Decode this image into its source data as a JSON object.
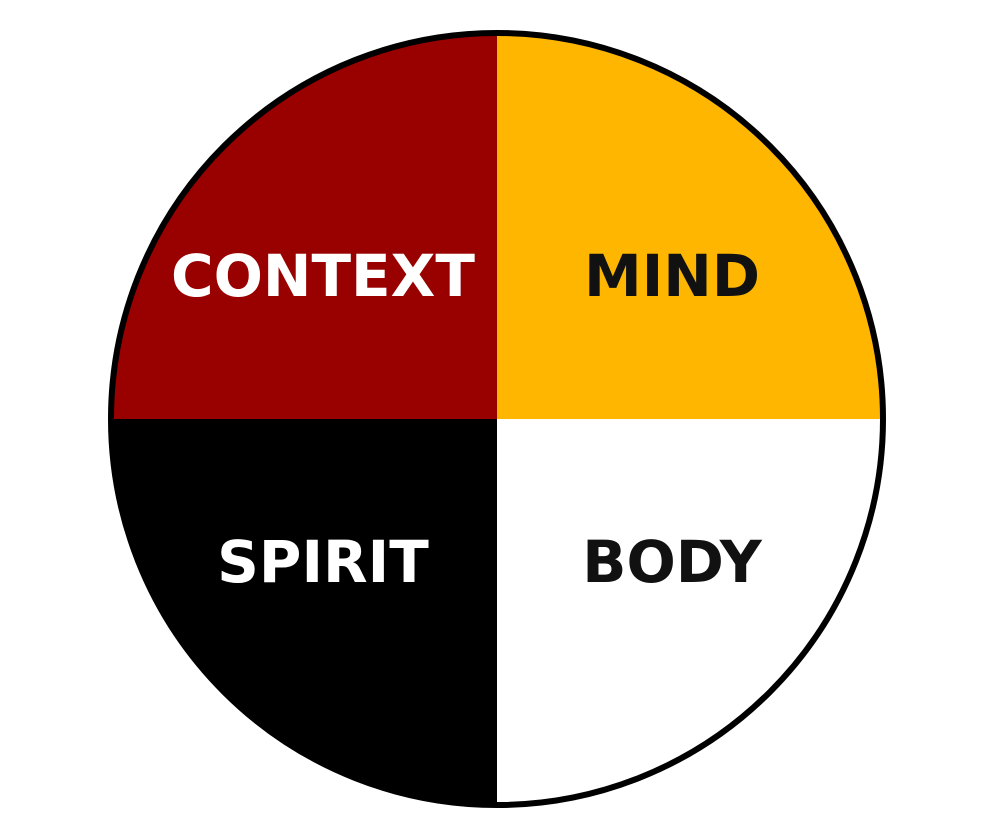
{
  "diagram": {
    "quadrants": [
      {
        "id": "context",
        "label": "CONTEXT",
        "position": "top-left",
        "fill": "#990000",
        "text_color": "#ffffff"
      },
      {
        "id": "mind",
        "label": "MIND",
        "position": "top-right",
        "fill": "#ffb600",
        "text_color": "#111111"
      },
      {
        "id": "spirit",
        "label": "SPIRIT",
        "position": "bottom-left",
        "fill": "#000000",
        "text_color": "#ffffff"
      },
      {
        "id": "body",
        "label": "BODY",
        "position": "bottom-right",
        "fill": "#ffffff",
        "text_color": "#111111"
      }
    ],
    "outline_color": "#000000"
  }
}
